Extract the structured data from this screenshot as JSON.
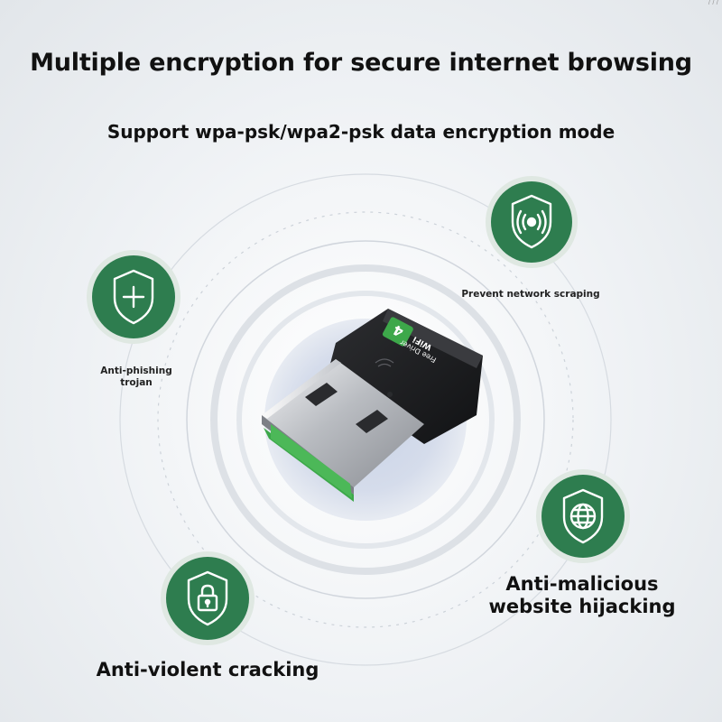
{
  "headline": "Multiple encryption for secure internet browsing",
  "subline": "Support wpa-psk/wpa2-psk data encryption mode",
  "dongle": {
    "brand_text": "Free Driver",
    "wifi_text": "WiFi",
    "wifi_number": "4"
  },
  "features": {
    "anti_phishing": {
      "line1": "Anti-phishing",
      "line2": "trojan",
      "icon": "shield-plus-icon"
    },
    "prevent_scraping": {
      "label": "Prevent network scraping",
      "icon": "signal-broadcast-icon"
    },
    "anti_malicious": {
      "line1": "Anti-malicious",
      "line2": "website hijacking",
      "icon": "shield-globe-icon"
    },
    "anti_violent": {
      "label": "Anti-violent cracking",
      "icon": "shield-lock-icon"
    }
  },
  "colors": {
    "badge_green": "#2e7d4f",
    "badge_ring": "#dfe8e2",
    "usb_green": "#3da84a",
    "dongle_body": "#1e1f22"
  }
}
